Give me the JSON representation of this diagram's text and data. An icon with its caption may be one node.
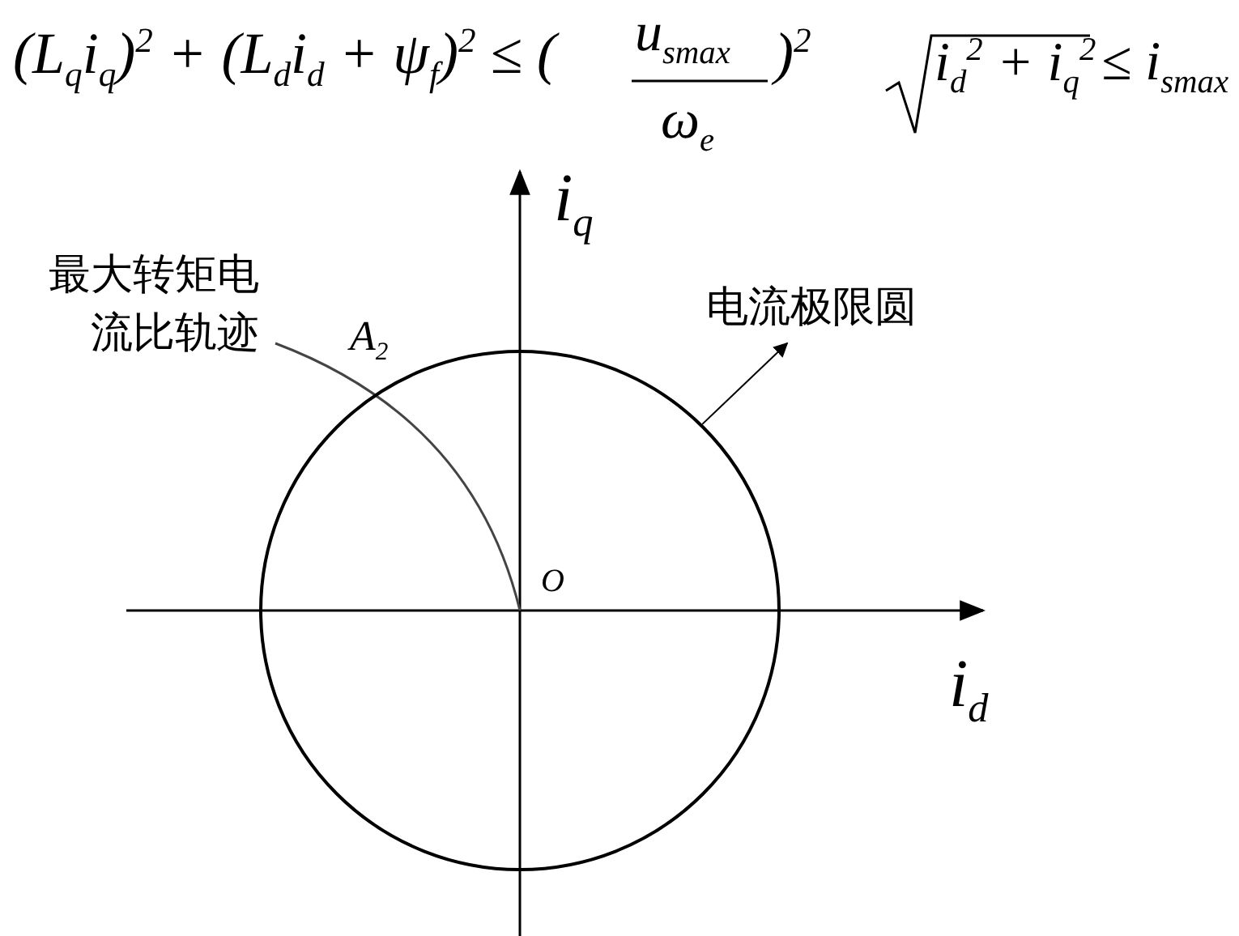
{
  "diagram": {
    "nodes": [
      {
        "text": [
          "电流极限圆"
        ]
      },
      {
        "text": [],
        "shape": "circle"
      }
    ],
    "edges": [
      {
        "from": 1,
        "to": 0,
        "arrow": "to"
      }
    ],
    "labels": [
      "(L$_{q}$i$_{q}$)$^{2}$ + (L$_{d}$i$_{d}$ + ψ$_{f}$)$^{2}$ ≤ (",
      "u$_{smax}$",
      "ω$_{e}$",
      ")$^{2}$",
      "i$_{d}$$^{2}$ + i$_{q}$$^{2}$",
      "≤ i$_{smax}$",
      "i$_{q}$",
      "最大转矩电流比轨迹",
      "A$_{2}$",
      "O",
      "i$_{d}$"
    ]
  }
}
